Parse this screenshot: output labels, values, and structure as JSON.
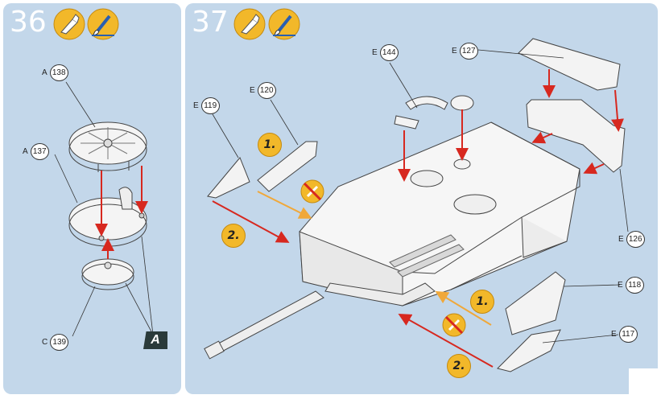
{
  "steps": {
    "step36": {
      "number": "36"
    },
    "step37": {
      "number": "37"
    }
  },
  "icons": [
    "glue-tube-icon",
    "paint-brush-icon"
  ],
  "callouts": {
    "a138": {
      "prefix": "A",
      "num": "138"
    },
    "a137": {
      "prefix": "A",
      "num": "137"
    },
    "c139": {
      "prefix": "C",
      "num": "139"
    },
    "e119": {
      "prefix": "E",
      "num": "119"
    },
    "e120": {
      "prefix": "E",
      "num": "120"
    },
    "e144": {
      "prefix": "E",
      "num": "144"
    },
    "e127": {
      "prefix": "E",
      "num": "127"
    },
    "e126": {
      "prefix": "E",
      "num": "126"
    },
    "e118": {
      "prefix": "E",
      "num": "118"
    },
    "e117": {
      "prefix": "E",
      "num": "117"
    }
  },
  "order_badges": {
    "left_first": "1.",
    "left_second": "2.",
    "right_first": "1.",
    "right_second": "2."
  },
  "marker": "A",
  "colors": {
    "panel_bg": "#c3d7ea",
    "badge": "#f2b82a",
    "arrow_red": "#d7281f",
    "arrow_orange": "#f0a83a"
  }
}
